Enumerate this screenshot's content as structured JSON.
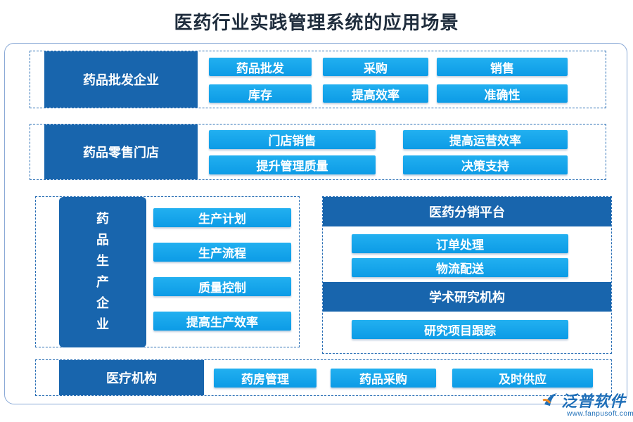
{
  "title": "医药行业实践管理系统的应用场景",
  "wholesale": {
    "header": "药品批发企业",
    "items": [
      "药品批发",
      "采购",
      "销售",
      "库存",
      "提高效率",
      "准确性"
    ]
  },
  "retail": {
    "header": "药品零售门店",
    "items": [
      "门店销售",
      "提高运营效率",
      "提升管理质量",
      "决策支持"
    ]
  },
  "manufacturer": {
    "header_chars": [
      "药",
      "品",
      "生",
      "产",
      "企",
      "业"
    ],
    "items": [
      "生产计划",
      "生产流程",
      "质量控制",
      "提高生产效率"
    ]
  },
  "distribution": {
    "header": "医药分销平台",
    "items": [
      "订单处理",
      "物流配送"
    ]
  },
  "academic": {
    "header": "学术研究机构",
    "items": [
      "研究项目跟踪"
    ]
  },
  "medical": {
    "header": "医疗机构",
    "items": [
      "药房管理",
      "药品采购",
      "及时供应"
    ]
  },
  "logo": {
    "name": "泛普软件",
    "url": "www.fanpusoft.com"
  }
}
